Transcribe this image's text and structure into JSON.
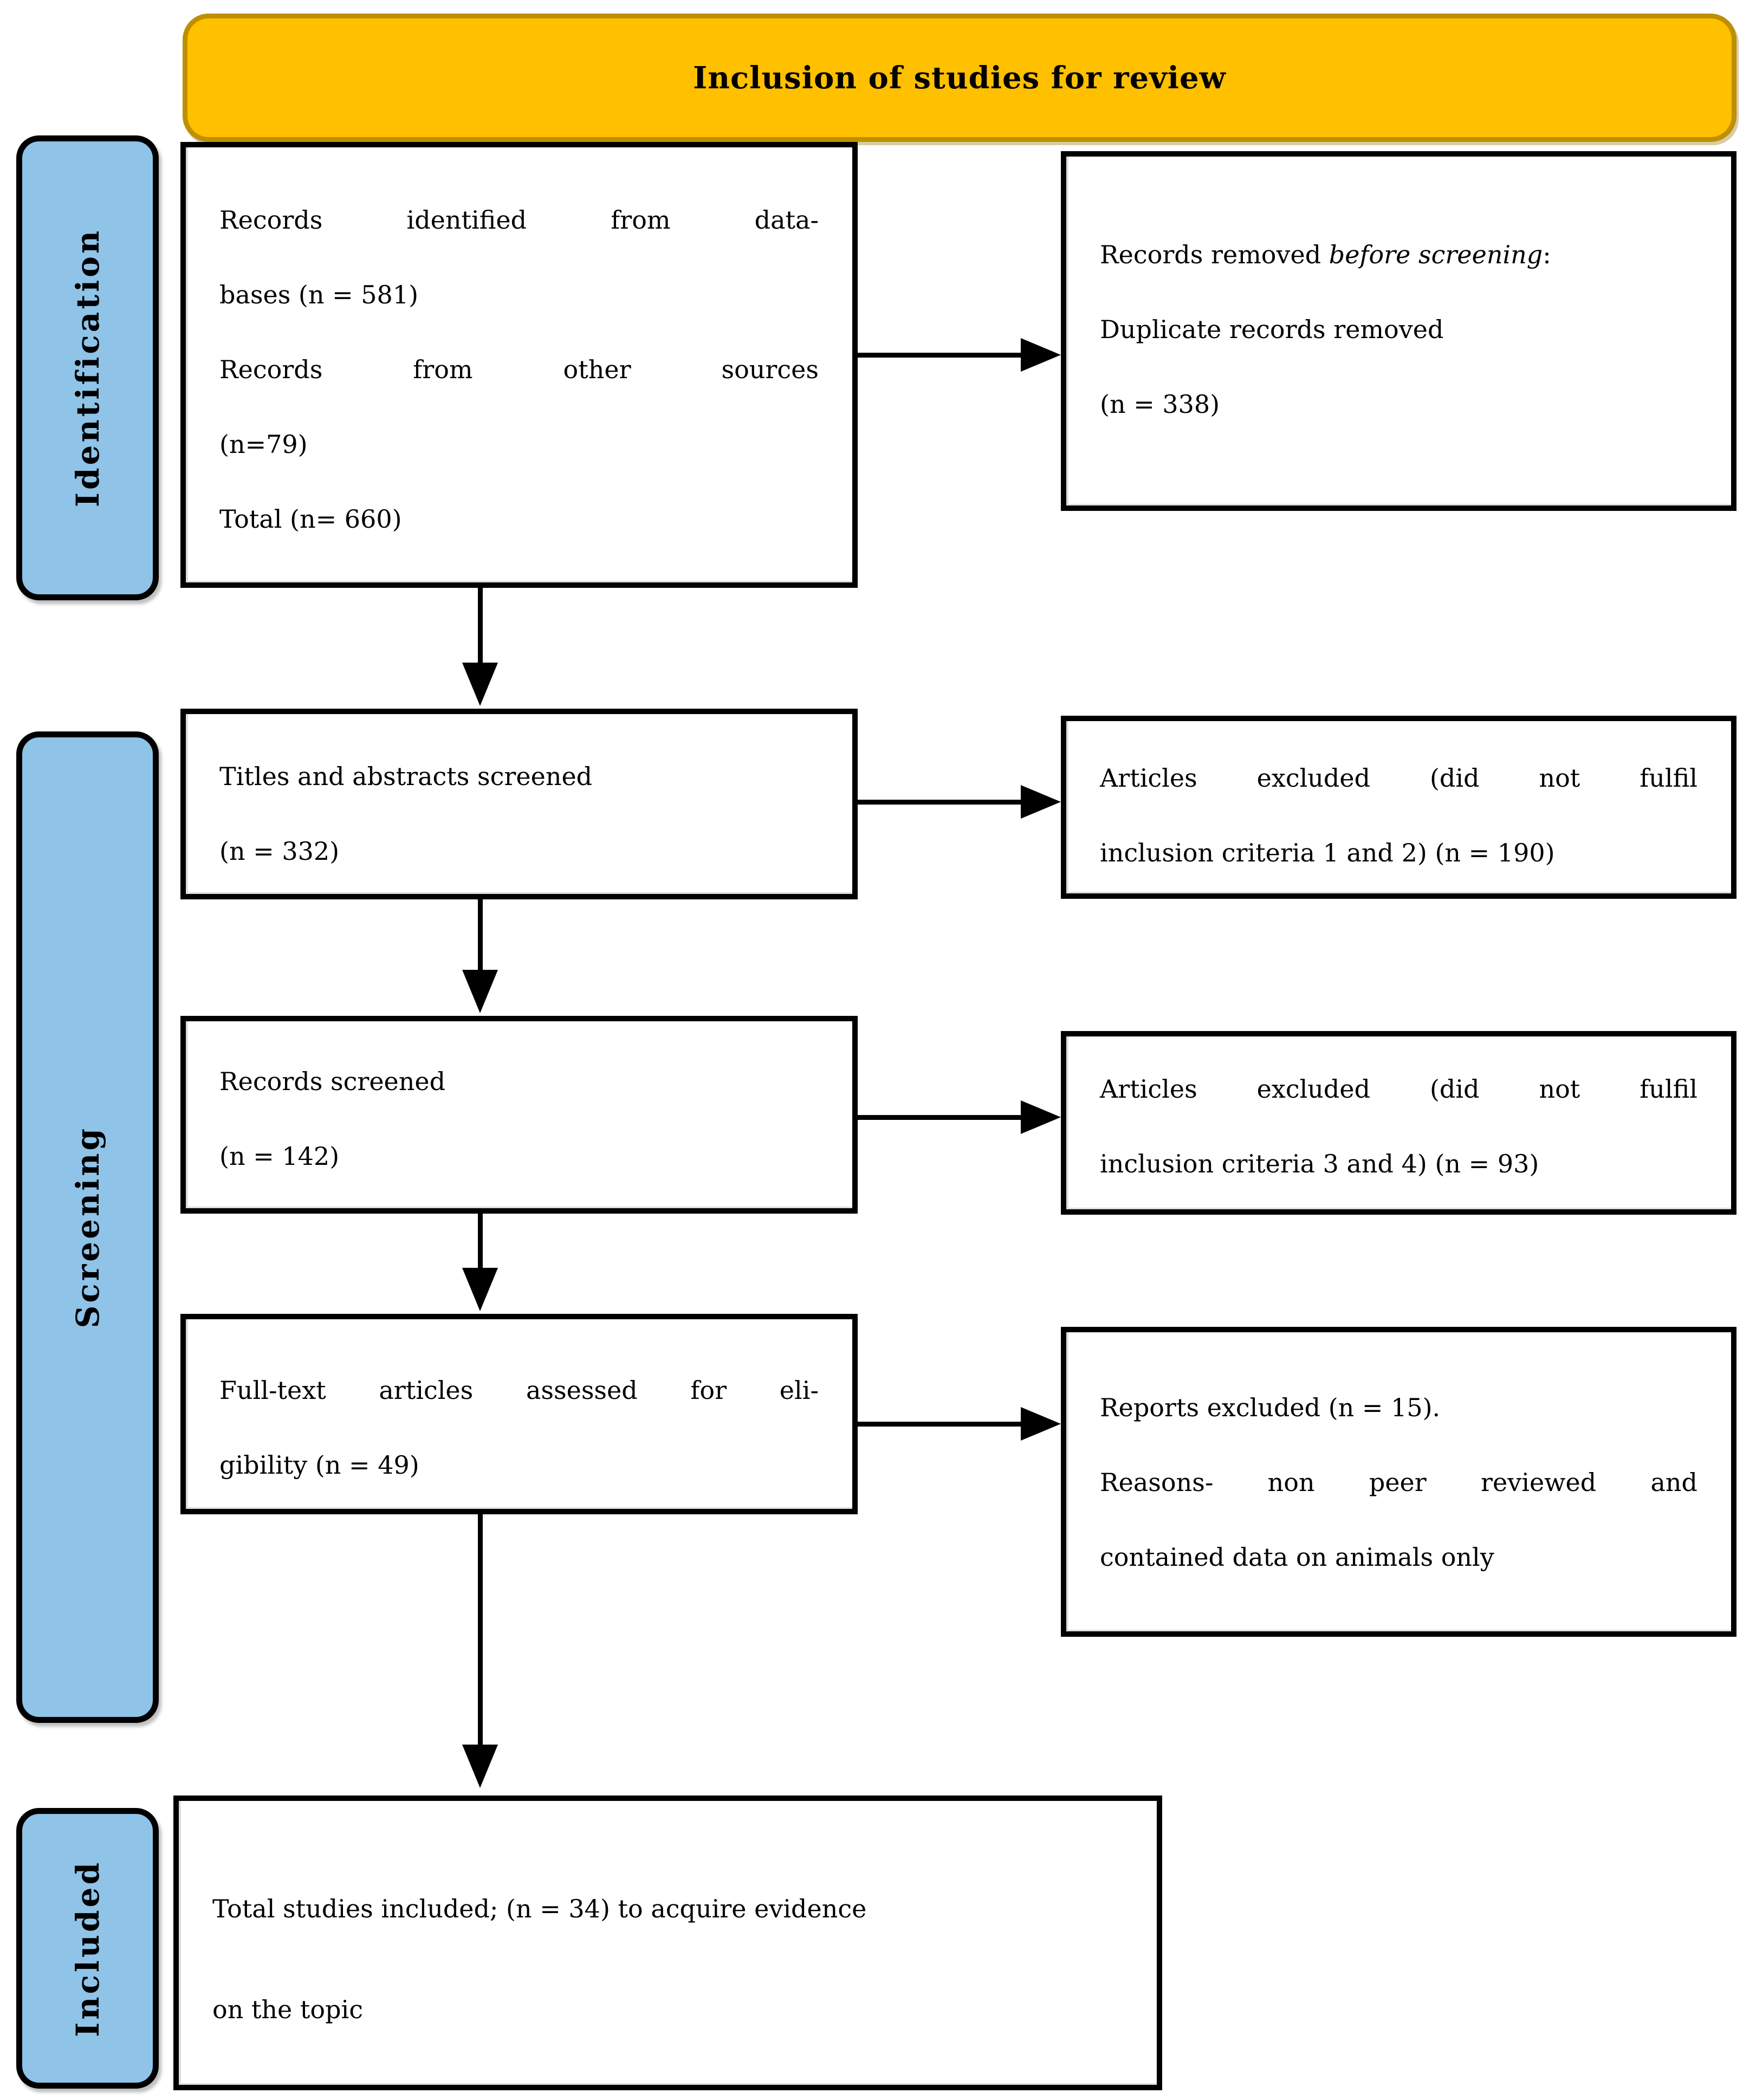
{
  "banner": {
    "title": "Inclusion of studies for review"
  },
  "stage_labels": {
    "identification": "Identification",
    "screening": "Screening",
    "included": "Included"
  },
  "flow_boxes": {
    "records_identified": {
      "lines": [
        {
          "text": "Records identified from data-",
          "stretch": true
        },
        {
          "text": "bases (n = 581)"
        },
        {
          "text": "Records from other sources",
          "stretch": true
        },
        {
          "text": "(n=79)"
        },
        {
          "text": "Total (n= 660)"
        }
      ]
    },
    "records_removed": {
      "lines": [
        {
          "segments": [
            {
              "text": "Records removed "
            },
            {
              "text": "before screening",
              "italic": true
            },
            {
              "text": ":"
            }
          ]
        },
        {
          "text": "Duplicate records removed"
        },
        {
          "text": "(n = 338)"
        }
      ]
    },
    "titles_abstracts_screened": {
      "lines": [
        {
          "text": "Titles and abstracts screened"
        },
        {
          "text": "(n = 332)"
        }
      ]
    },
    "articles_excluded_criteria_1_2": {
      "lines": [
        {
          "text": "Articles excluded (did not fulfil",
          "stretch": true
        },
        {
          "text": "inclusion criteria 1 and 2) (n = 190)"
        }
      ]
    },
    "records_screened": {
      "lines": [
        {
          "text": "Records screened"
        },
        {
          "text": "(n = 142)"
        }
      ]
    },
    "articles_excluded_criteria_3_4": {
      "lines": [
        {
          "text": "Articles excluded (did not fulfil",
          "stretch": true
        },
        {
          "text": "inclusion criteria 3 and 4) (n = 93)"
        }
      ]
    },
    "fulltext_assessed": {
      "lines": [
        {
          "text": "Full-text articles assessed for eli-",
          "stretch": true
        },
        {
          "text": "gibility (n = 49)"
        }
      ]
    },
    "reports_excluded": {
      "lines": [
        {
          "text": "Reports excluded (n = 15)."
        },
        {
          "text": "Reasons- non peer reviewed and",
          "stretch": true
        },
        {
          "text": "contained data on animals only"
        }
      ]
    },
    "total_included": {
      "lines": [
        {
          "text": "Total studies included; (n = 34) to acquire evidence"
        },
        {
          "text": "on the topic"
        }
      ]
    }
  },
  "colors": {
    "banner_fill": "#FFC000",
    "banner_border": "#BE8F00",
    "stage_fill": "#8FC3E8",
    "line_color": "#000000",
    "box_bg": "#FFFFFF"
  }
}
